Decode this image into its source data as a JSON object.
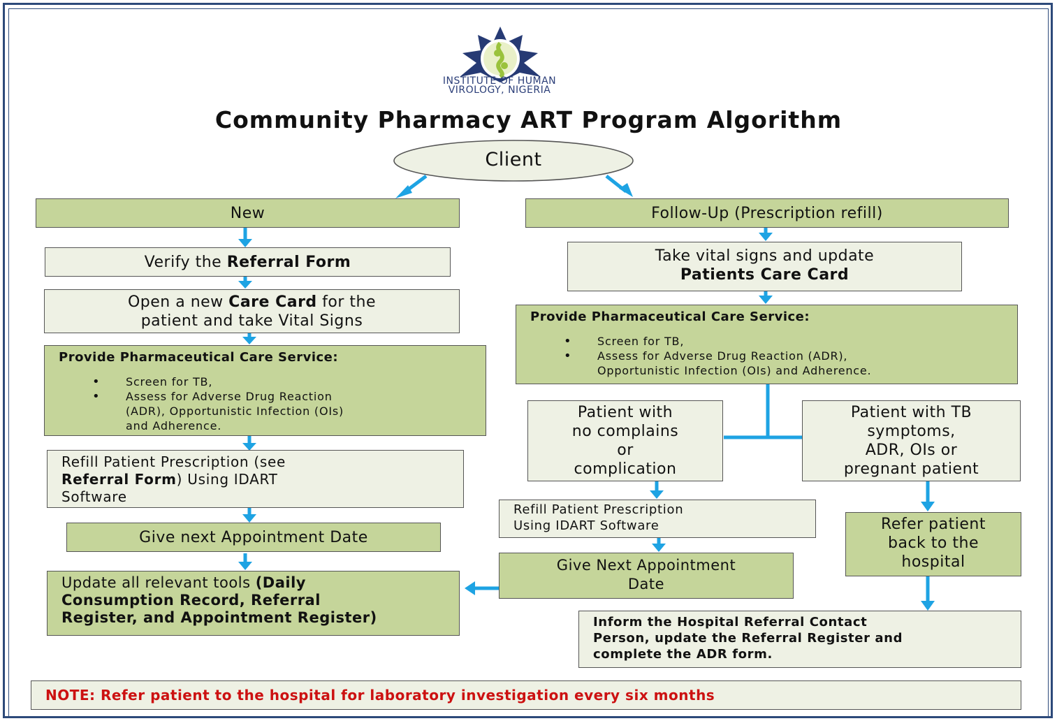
{
  "header": {
    "org_line1": "INSTITUTE OF HUMAN",
    "org_line2": "VIROLOGY, NIGERIA",
    "title": "Community Pharmacy ART Program Algorithm"
  },
  "client": "Client",
  "left": {
    "new": "New",
    "verify_pre": "Verify the ",
    "verify_bold": "Referral Form",
    "open_pre": "Open a new ",
    "open_bold": "Care Card",
    "open_post": " for the",
    "open_line2": "patient and take Vital Signs",
    "service_title": "Provide Pharmaceutical Care Service:",
    "bullet1": "Screen for TB,",
    "bullet2_l1": "Assess for Adverse Drug Reaction",
    "bullet2_l2": "(ADR), Opportunistic Infection (OIs)",
    "bullet2_l3": "and Adherence.",
    "refill_l1": "Refill Patient Prescription (see",
    "refill_bold": "Referral Form",
    "refill_l2_post": ") Using IDART",
    "refill_l3": "Software",
    "appointment": "Give next Appointment Date",
    "update_pre": "Update all relevant tools ",
    "update_bold_l1": "(Daily",
    "update_l2": "Consumption Record, Referral",
    "update_l3": "Register, and Appointment Register)"
  },
  "right": {
    "followup": "Follow-Up (Prescription refill)",
    "vitals_l1": "Take vital signs and update",
    "vitals_l2": "Patients Care Card",
    "service_title": "Provide Pharmaceutical Care Service:",
    "bullet1": "Screen for TB,",
    "bullet2_l1": "Assess for Adverse Drug Reaction (ADR),",
    "bullet2_l2": "Opportunistic Infection (OIs) and Adherence.",
    "nocomplain": [
      "Patient with",
      "no complains",
      "or",
      "complication"
    ],
    "tb": [
      "Patient with TB",
      "symptoms,",
      "ADR, OIs or",
      "pregnant patient"
    ],
    "refill_l1": "Refill Patient Prescription",
    "refill_l2": "Using IDART Software",
    "appointment_l1": "Give Next Appointment",
    "appointment_l2": "Date",
    "refer": [
      "Refer patient",
      "back to the",
      "hospital"
    ],
    "inform_l1": "Inform the Hospital Referral Contact",
    "inform_l2": "Person, update the Referral Register and",
    "inform_l3": "complete the ADR form."
  },
  "note": {
    "label": "NOTE:",
    "text": "Refer patient to the hospital for laboratory investigation every six months"
  },
  "colors": {
    "arrow": "#1ea3e3",
    "green_box": "#c5d59a",
    "light_box": "#eef1e4",
    "note_text": "#cc1111",
    "logo_blue": "#2b3e78"
  }
}
